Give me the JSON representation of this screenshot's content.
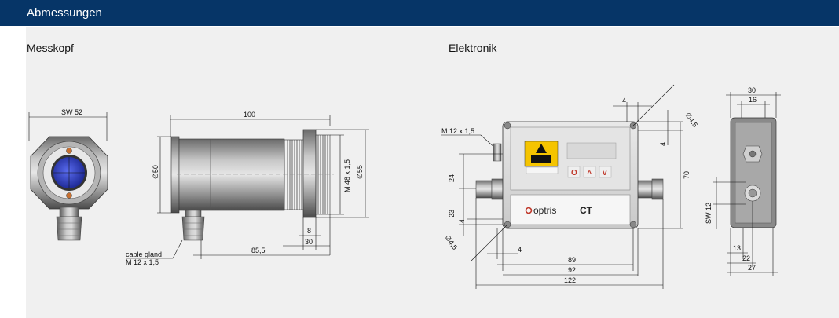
{
  "header": {
    "title": "Abmessungen"
  },
  "sections": {
    "messkopf": "Messkopf",
    "elektronik": "Elektronik"
  },
  "messkopf_dims": {
    "sw": "SW 52",
    "length": "100",
    "dia50": "∅50",
    "thread": "M 48 x 1,5",
    "dia55": "∅55",
    "d8": "8",
    "d30": "30",
    "d85": "85,5",
    "gland1": "cable gland",
    "gland2": "M 12 x 1,5"
  },
  "elektronik_dims": {
    "thread": "M 12 x 1,5",
    "d4top": "4",
    "hole_top": "∅4,5",
    "d4right": "4",
    "d70": "70",
    "d24": "24",
    "d23": "23",
    "d4left": "4",
    "hole_bottom": "∅4,5",
    "d4bottom": "4",
    "d89": "89",
    "d92": "92",
    "d122": "122",
    "brand": "optris",
    "model": "CT",
    "btn1": "O",
    "btn2": "^",
    "btn3": "v"
  },
  "side_dims": {
    "d30": "30",
    "d16": "16",
    "sw12": "SW 12",
    "d13": "13",
    "d22": "22",
    "d27": "27"
  },
  "colors": {
    "header": "#063567",
    "panel": "#f0f0f0",
    "lens": "#2f3fb8",
    "button_red": "#c0392b",
    "warning": "#f5c400"
  }
}
